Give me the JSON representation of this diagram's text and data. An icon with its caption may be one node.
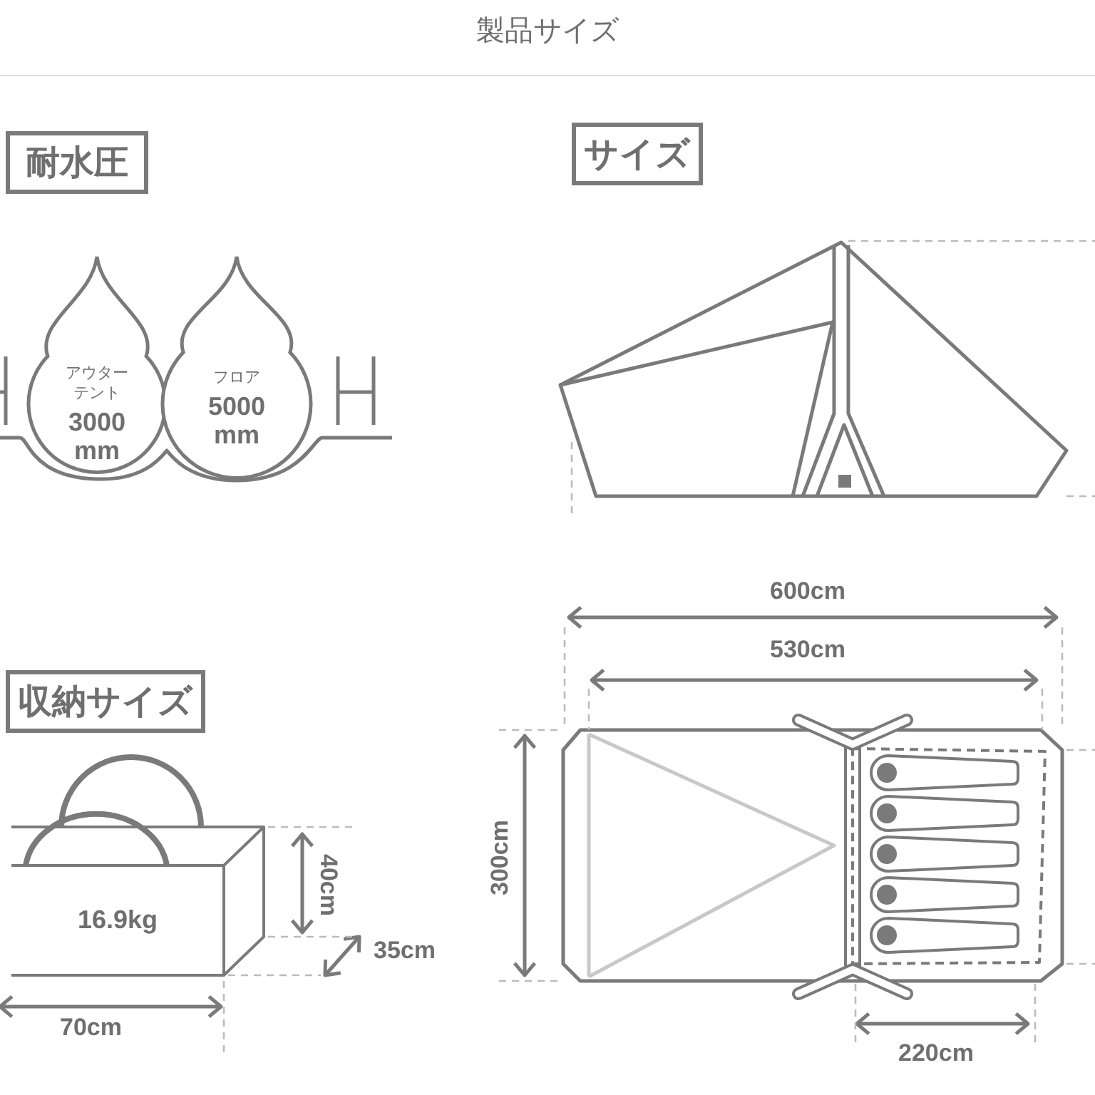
{
  "diagram": {
    "title": "製品サイズ",
    "nodes": [
      {
        "text": [
          "耐水圧"
        ]
      },
      {
        "text": [
          "サイズ"
        ]
      },
      {
        "text": [
          "アウターテント",
          "3000 mm"
        ]
      },
      {
        "text": [
          "フロア",
          "5000 mm"
        ]
      },
      {
        "text": [
          "収納サイズ"
        ]
      },
      {
        "text": [
          "16.9kg"
        ]
      }
    ],
    "labels": [
      "600cm",
      "530cm",
      "40cm",
      "300cm",
      "35cm",
      "70cm",
      "220cm"
    ]
  }
}
